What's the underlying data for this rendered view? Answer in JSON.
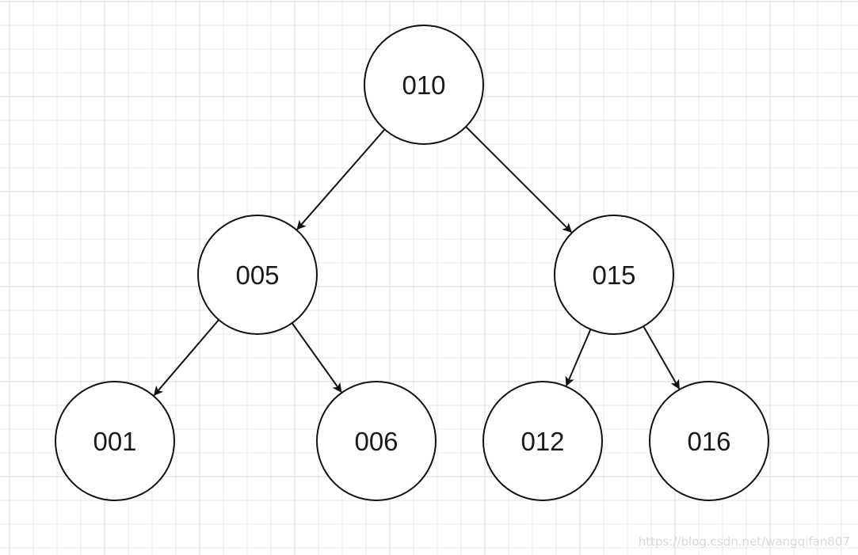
{
  "tree": {
    "nodes": [
      {
        "id": "n010",
        "label": "010"
      },
      {
        "id": "n005",
        "label": "005"
      },
      {
        "id": "n015",
        "label": "015"
      },
      {
        "id": "n001",
        "label": "001"
      },
      {
        "id": "n006",
        "label": "006"
      },
      {
        "id": "n012",
        "label": "012"
      },
      {
        "id": "n016",
        "label": "016"
      }
    ],
    "edges": [
      {
        "from": "n010",
        "to": "n005"
      },
      {
        "from": "n010",
        "to": "n015"
      },
      {
        "from": "n005",
        "to": "n001"
      },
      {
        "from": "n005",
        "to": "n006"
      },
      {
        "from": "n015",
        "to": "n012"
      },
      {
        "from": "n015",
        "to": "n016"
      }
    ]
  },
  "watermark": "https://blog.csdn.net/wangqifan807",
  "colors": {
    "grid": "#e3e3e3",
    "node_stroke": "#111111",
    "edge": "#111111",
    "background": "#ffffff"
  }
}
